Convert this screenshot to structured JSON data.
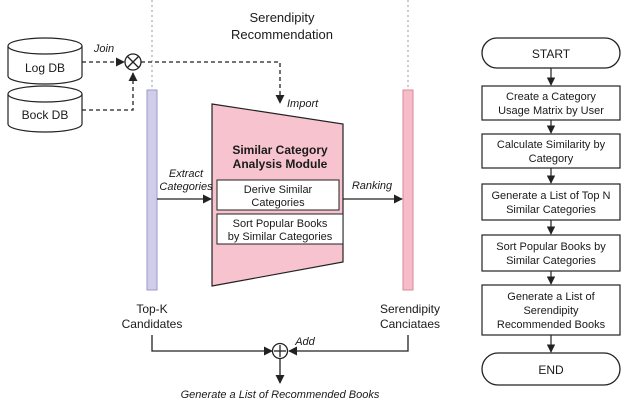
{
  "title_line1": "Serendipity",
  "title_line2": "Recommendation",
  "databases": {
    "log": "Log DB",
    "book": "Bock DB"
  },
  "edge_labels": {
    "join": "Join",
    "import": "Import",
    "extract_line1": "Extract",
    "extract_line2": "Categories",
    "ranking": "Ranking",
    "add": "Add"
  },
  "module": {
    "title_line1": "Similar Category",
    "title_line2": "Analysis Module",
    "box1_line1": "Derive Similar",
    "box1_line2": "Categories",
    "box2_line1": "Sort Popular Books",
    "box2_line2": "by Similar Categories"
  },
  "columns": {
    "left_line1": "Top-K",
    "left_line2": "Candidates",
    "right_line1": "Serendipity",
    "right_line2": "Canciataes"
  },
  "output": "Generate a List of Recommended Books",
  "flowchart": {
    "start": "START",
    "end": "END",
    "steps": [
      {
        "line1": "Create a Category",
        "line2": "Usage Matrix by User",
        "line3": ""
      },
      {
        "line1": "Calculate Similarity by",
        "line2": "Category",
        "line3": ""
      },
      {
        "line1": "Generate a List of Top N",
        "line2": "Similar Categories",
        "line3": ""
      },
      {
        "line1": "Sort Popular Books by",
        "line2": "Similar Categories",
        "line3": ""
      },
      {
        "line1": "Generate a List of",
        "line2": "Serendipity",
        "line3": "Recommended Books"
      }
    ]
  },
  "colors": {
    "module_fill": "#f6c3cf",
    "module_stroke": "#222222",
    "left_bar": "#cfcdea",
    "right_bar": "#f7bcc8",
    "db_fill": "#ffffff"
  }
}
